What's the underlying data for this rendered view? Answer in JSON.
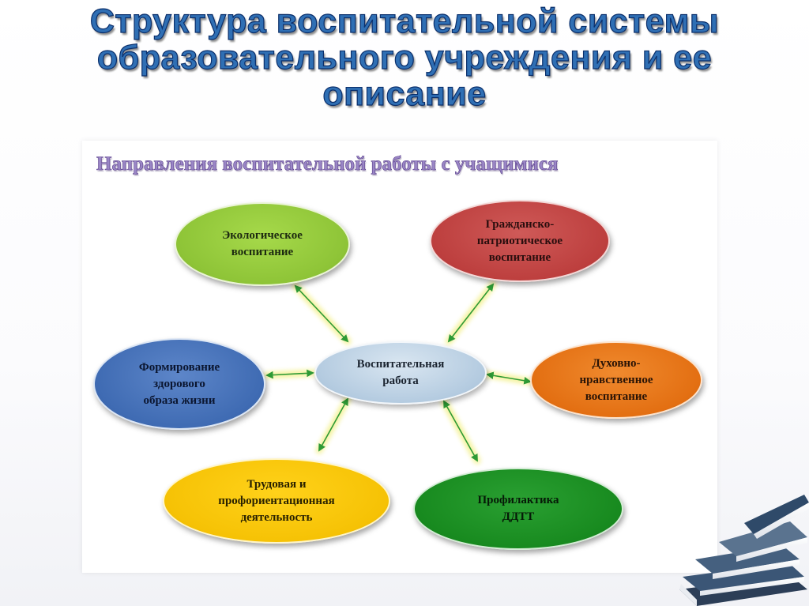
{
  "slide": {
    "title": "Структура воспитательной системы образовательного учреждения и ее описание"
  },
  "diagram": {
    "heading": "Направления воспитательной работы с учащимися",
    "center": "Воспитательная\nработа",
    "nodes": {
      "eco": "Экологическое\nвоспитание",
      "civic": "Гражданско-\nпатриотическое\nвоспитание",
      "health": "Формирование\nздорового\nобраза жизни",
      "moral": "Духовно-\nнравственное\nвоспитание",
      "labor": "Трудовая и\nпрофориентационная\nдеятельность",
      "prev": "Профилактика\nДДТТ"
    },
    "colors": {
      "eco": "#8ec437",
      "civic": "#bd3f3e",
      "health": "#3f6bb3",
      "center": "#b4cbe0",
      "moral": "#e36f12",
      "labor": "#f6c205",
      "prev": "#188a1f",
      "arrow": "#2e9a35",
      "arrow_glow": "#f3f08a"
    },
    "connector": "double-headed-arrow"
  },
  "decoration": {
    "corner_image": "stack-of-books-icon"
  }
}
